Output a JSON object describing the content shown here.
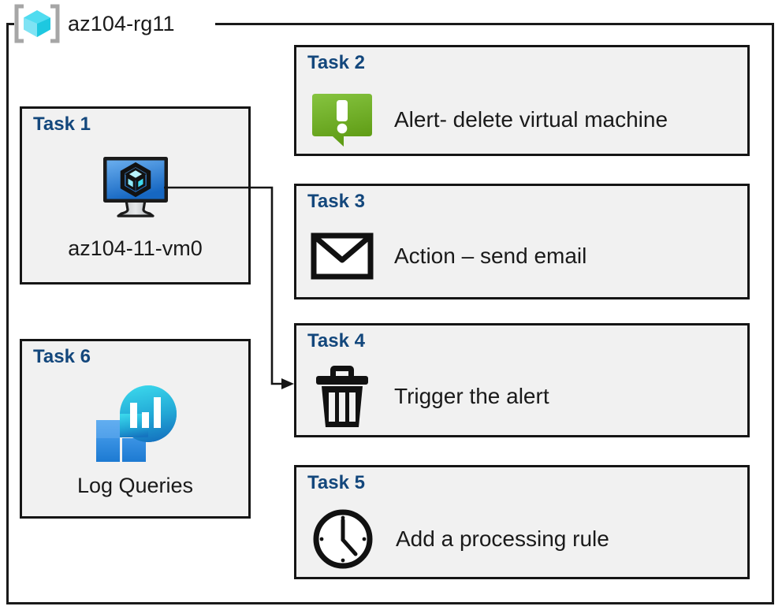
{
  "resource_group": {
    "name": "az104-rg11",
    "icon": "resource-group-cube-icon",
    "frame_color": "#1a1a1a"
  },
  "accent": {
    "task_heading_color": "#13477c",
    "card_background": "#f1f1f1",
    "card_border": "#151515",
    "alert_green_light": "#7ac143",
    "alert_green_dark": "#5a9e1f",
    "vm_blue_light": "#5ea6e8",
    "vm_blue_dark": "#1565c0",
    "log_cyan": "#32d0e8",
    "log_blue": "#1b7fd1"
  },
  "cards": [
    {
      "id": "task-1",
      "heading": "Task 1",
      "label": "az104-11-vm0",
      "icon": "virtual-machine-icon",
      "layout": "vertical"
    },
    {
      "id": "task-2",
      "heading": "Task 2",
      "label": "Alert- delete virtual machine",
      "icon": "alert-speech-bubble-icon",
      "layout": "horizontal"
    },
    {
      "id": "task-3",
      "heading": "Task 3",
      "label": "Action – send email",
      "icon": "envelope-icon",
      "layout": "horizontal"
    },
    {
      "id": "task-4",
      "heading": "Task 4",
      "label": "Trigger the alert",
      "icon": "trash-delete-icon",
      "layout": "horizontal"
    },
    {
      "id": "task-5",
      "heading": "Task 5",
      "label": "Add a processing rule",
      "icon": "clock-icon",
      "layout": "horizontal"
    },
    {
      "id": "task-6",
      "heading": "Task 6",
      "label": "Log Queries",
      "icon": "log-analytics-icon",
      "layout": "vertical"
    }
  ],
  "connector": {
    "from": "task-1",
    "to": "task-4",
    "arrow": "arrowhead-right"
  }
}
